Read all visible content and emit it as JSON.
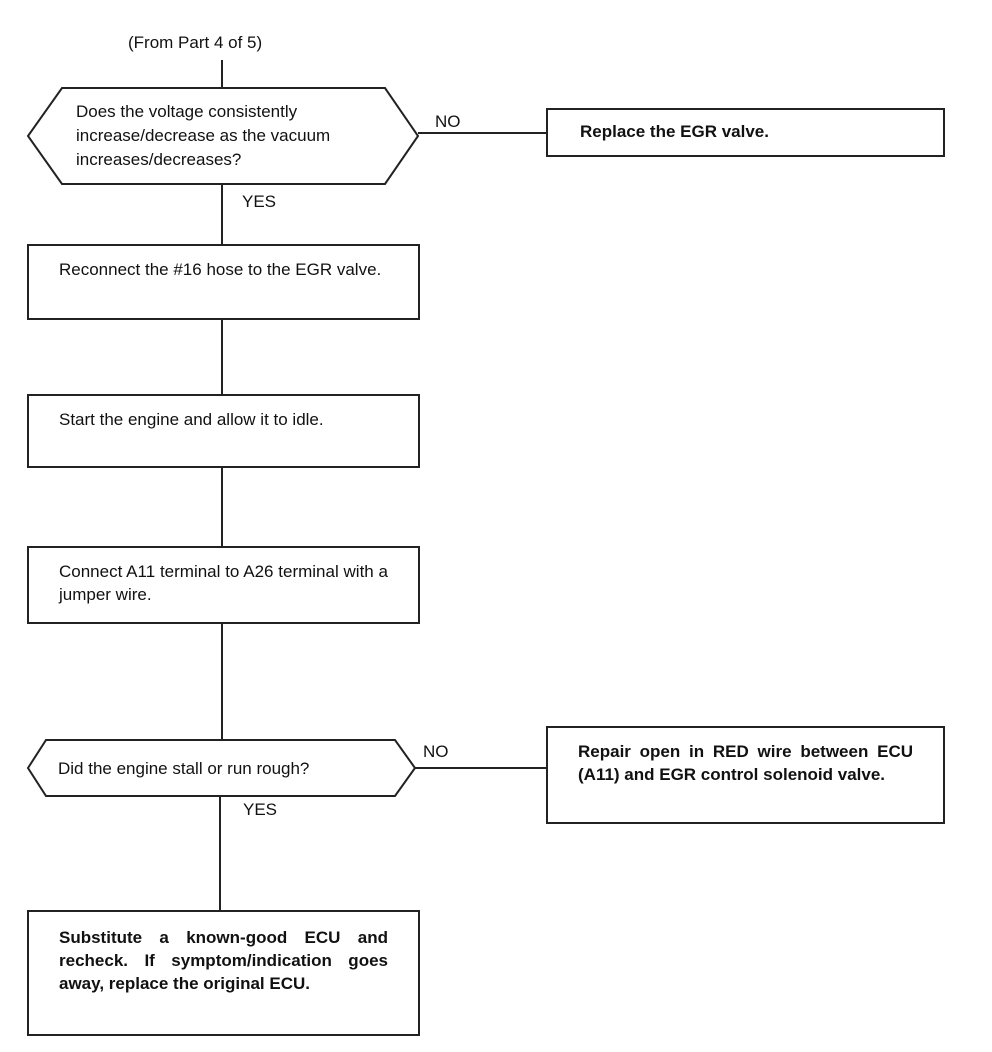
{
  "header_text": "(From Part 4 of 5)",
  "decisions": [
    {
      "text": "Does the voltage consistently increase/decrease as the vacuum increases/decreases?"
    },
    {
      "text": "Did the engine stall or run rough?"
    }
  ],
  "labels": {
    "d1_no": "NO",
    "d1_yes": "YES",
    "d2_no": "NO",
    "d2_yes": "YES"
  },
  "steps": [
    {
      "text": "Reconnect the #16 hose to the EGR valve."
    },
    {
      "text": "Start the engine and allow it to idle."
    },
    {
      "text": "Connect A11 terminal to A26 terminal with a jumper wire."
    },
    {
      "text": "Substitute a known-good ECU and recheck. If symptom/indication goes away, replace the original ECU."
    }
  ],
  "results": [
    {
      "text": "Replace the EGR valve."
    },
    {
      "text": "Repair open in RED wire between ECU (A11) and EGR control solenoid valve."
    }
  ]
}
